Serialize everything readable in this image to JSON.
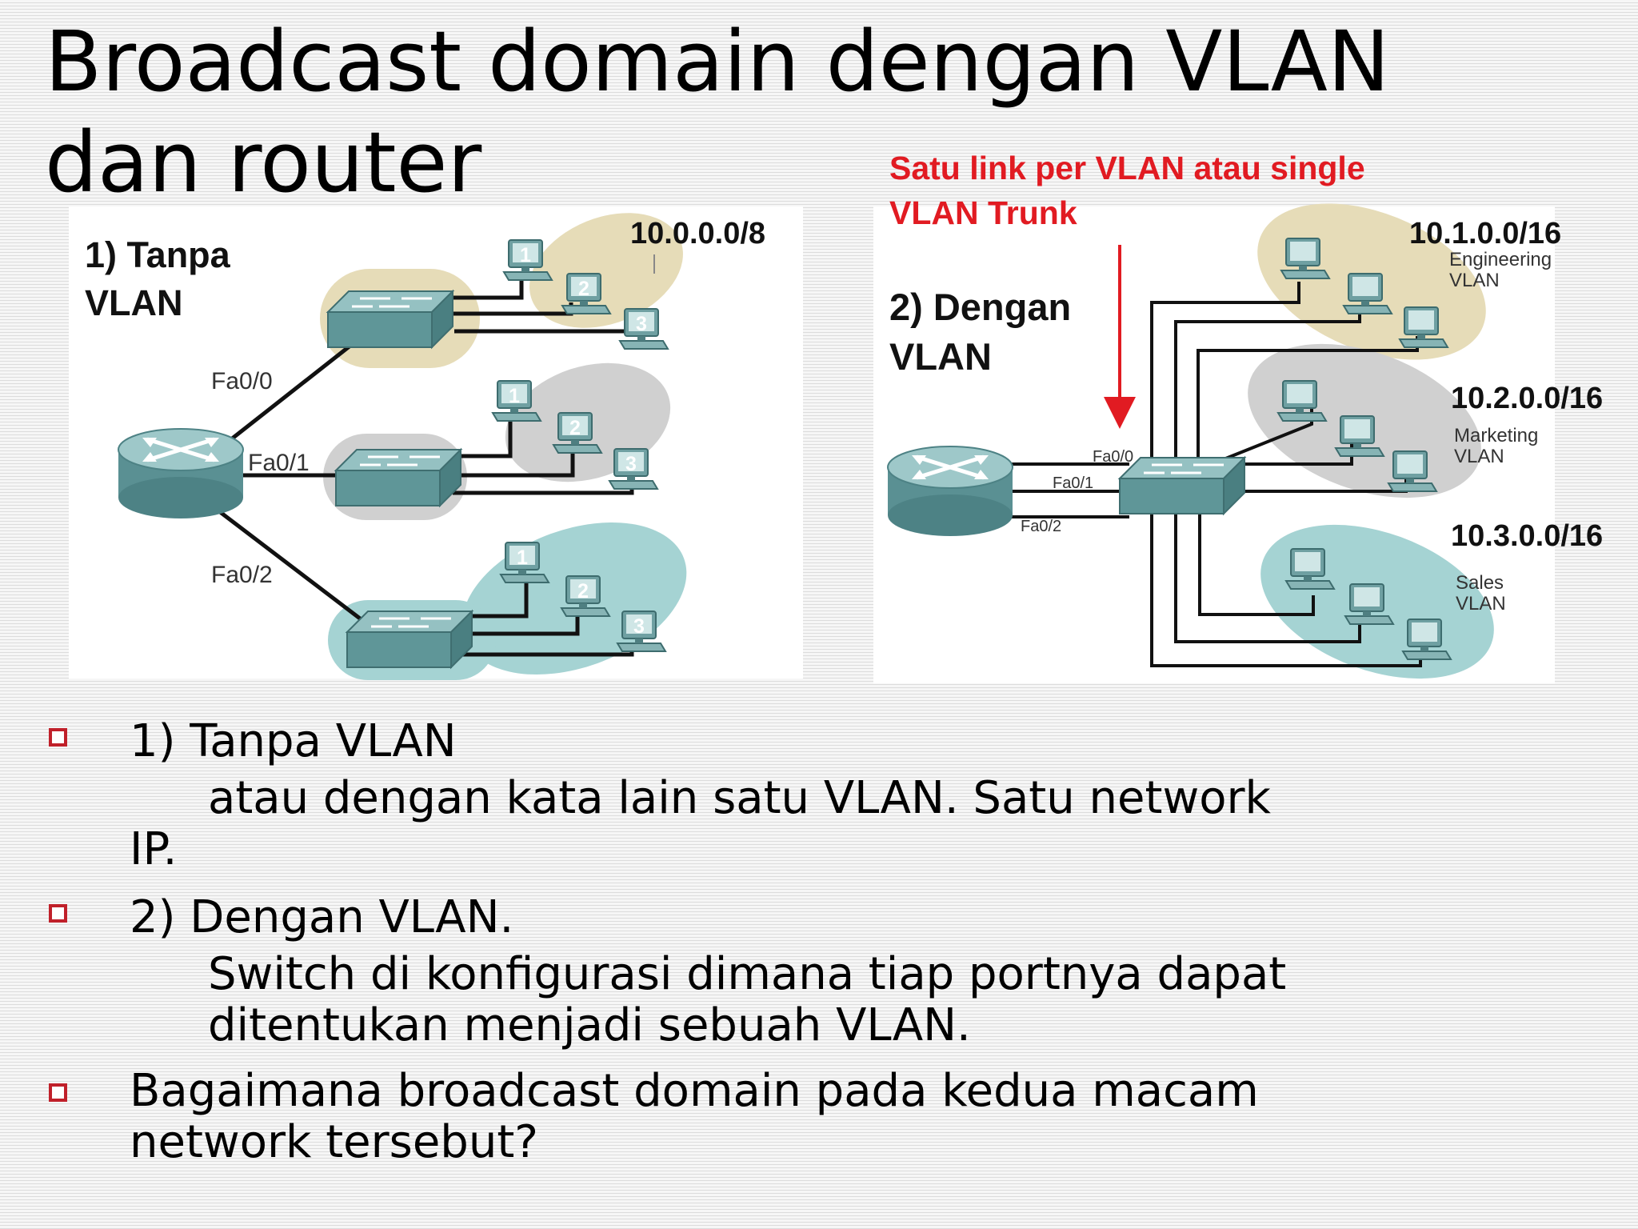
{
  "slide": {
    "title_line1": "Broadcast domain dengan VLAN",
    "title_line2": "dan router"
  },
  "left_diagram": {
    "heading_line1": "1) Tanpa",
    "heading_line2": "VLAN",
    "network": "10.0.0.0/8",
    "interfaces": [
      "Fa0/0",
      "Fa0/1",
      "Fa0/2"
    ],
    "host_numbers": [
      "1",
      "2",
      "3"
    ]
  },
  "right_diagram": {
    "annotation_line1": "Satu link per VLAN atau  single",
    "annotation_line2": "VLAN Trunk",
    "heading_line1": "2) Dengan",
    "heading_line2": "VLAN",
    "interfaces": [
      "Fa0/0",
      "Fa0/1",
      "Fa0/2"
    ],
    "vlans": [
      {
        "network": "10.1.0.0/16",
        "name_line1": "Engineering",
        "name_line2": "VLAN",
        "color": "#e6dcb8"
      },
      {
        "network": "10.2.0.0/16",
        "name_line1": "Marketing",
        "name_line2": "VLAN",
        "color": "#d0d0d0"
      },
      {
        "network": "10.3.0.0/16",
        "name_line1": "Sales",
        "name_line2": "VLAN",
        "color": "#a5d3d3"
      }
    ]
  },
  "bullets": [
    {
      "text": "1) Tanpa VLAN",
      "sub_line1": "atau dengan kata lain satu VLAN.  Satu network",
      "trail": "IP."
    },
    {
      "text": "2) Dengan VLAN.",
      "sub_line1": "Switch di konfigurasi dimana tiap portnya dapat",
      "sub_line2": "ditentukan menjadi sebuah VLAN."
    },
    {
      "text_line1": "Bagaimana broadcast domain pada kedua  macam",
      "text_line2": "network tersebut?"
    }
  ],
  "colors": {
    "annotation_red": "#e11b22",
    "bullet_marker": "#c0202a",
    "device_teal": "#5f9698",
    "zone_beige": "#e6dcb8",
    "zone_gray": "#d0d0d0",
    "zone_teal": "#a5d3d3"
  },
  "icons": [
    "router-icon",
    "switch-icon",
    "pc-icon",
    "bullet-square-icon",
    "arrow-down-icon"
  ]
}
